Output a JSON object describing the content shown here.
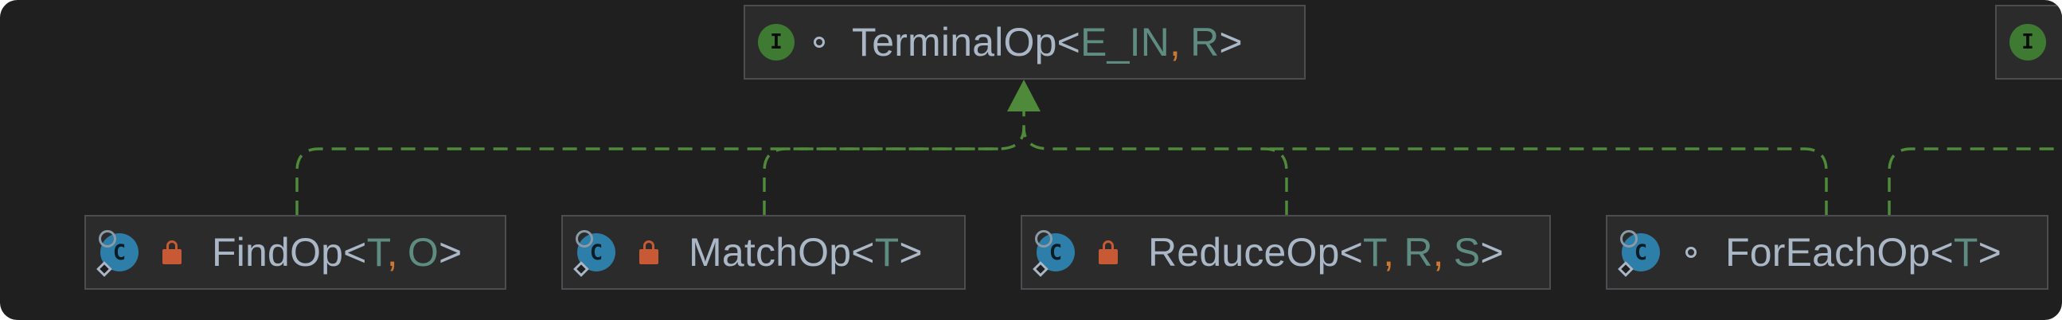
{
  "diagram": {
    "colors": {
      "background": "#1f1f1f",
      "node_fill": "#2b2b2b",
      "node_border": "#4c4d50",
      "edge": "#4f8a3a",
      "text": "#a9b7c6",
      "generic": "#5f8c80",
      "comma": "#cc7832",
      "interface_icon": "#3f7a33",
      "class_icon": "#2d7ea8",
      "lock_icon": "#c75a35"
    },
    "nodes": {
      "terminal_op": {
        "icon": "interface-icon",
        "icon_letter": "I",
        "visibility": "package-private",
        "name": "TerminalOp",
        "open": "<",
        "p1": "E_IN",
        "sep1": ",",
        "p2": "R",
        "close": ">"
      },
      "partial_interface": {
        "icon": "interface-icon",
        "icon_letter": "I"
      },
      "find_op": {
        "icon": "abstract-class-icon",
        "icon_letter": "C",
        "visibility": "private",
        "name": "FindOp",
        "open": "<",
        "p1": "T",
        "sep1": ",",
        "p2": "O",
        "close": ">"
      },
      "match_op": {
        "icon": "abstract-class-icon",
        "icon_letter": "C",
        "visibility": "private",
        "name": "MatchOp",
        "open": "<",
        "p1": "T",
        "close": ">"
      },
      "reduce_op": {
        "icon": "abstract-class-icon",
        "icon_letter": "C",
        "visibility": "private",
        "name": "ReduceOp",
        "open": "<",
        "p1": "T",
        "sep1": ",",
        "p2": "R",
        "sep2": ",",
        "p3": "S",
        "close": ">"
      },
      "for_each_op": {
        "icon": "abstract-class-icon",
        "icon_letter": "C",
        "visibility": "package-private",
        "name": "ForEachOp",
        "open": "<",
        "p1": "T",
        "close": ">"
      }
    },
    "edges": [
      {
        "from": "find_op",
        "to": "terminal_op",
        "type": "implements"
      },
      {
        "from": "match_op",
        "to": "terminal_op",
        "type": "implements"
      },
      {
        "from": "reduce_op",
        "to": "terminal_op",
        "type": "implements"
      },
      {
        "from": "for_each_op",
        "to": "terminal_op",
        "type": "implements"
      },
      {
        "from": "for_each_op",
        "to": "partial_interface",
        "type": "implements"
      }
    ]
  }
}
